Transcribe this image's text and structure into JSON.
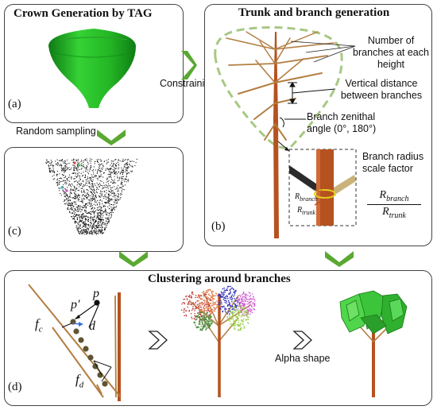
{
  "panel_a": {
    "title": "Crown Generation by TAG",
    "label": "(a)"
  },
  "panel_b": {
    "title": "Trunk and branch generation",
    "label": "(b)",
    "annotations": {
      "branches_per_height": "Number of branches at each height",
      "vertical_distance": "Vertical distance between branches",
      "zenithal_angle": "Branch zenithal angle (0°, 180°)",
      "radius_scale": "Branch radius scale factor"
    },
    "inset": {
      "r_branch": "R",
      "r_branch_sub": "branch",
      "r_trunk": "R",
      "r_trunk_sub": "trunk"
    },
    "formula": {
      "numerator": "R",
      "numerator_sub": "branch",
      "denominator": "R",
      "denominator_sub": "trunk"
    }
  },
  "panel_c": {
    "label": "(c)"
  },
  "panel_d": {
    "title": "Clustering around branches",
    "label": "(d)",
    "symbols": {
      "p": "p",
      "p_prime": "p′",
      "d": "d",
      "fc": "f",
      "fc_sub": "c",
      "fd": "f",
      "fd_sub": "d"
    },
    "alpha_label": "Alpha shape"
  },
  "flow": {
    "constraining": "Constraining",
    "random_sampling": "Random sampling"
  },
  "colors": {
    "arrow_green": "#5aa832",
    "crown_green": "#2fc42f",
    "trunk": "#b5521f",
    "branch": "#b37e42",
    "hull": "#9fc27a"
  }
}
